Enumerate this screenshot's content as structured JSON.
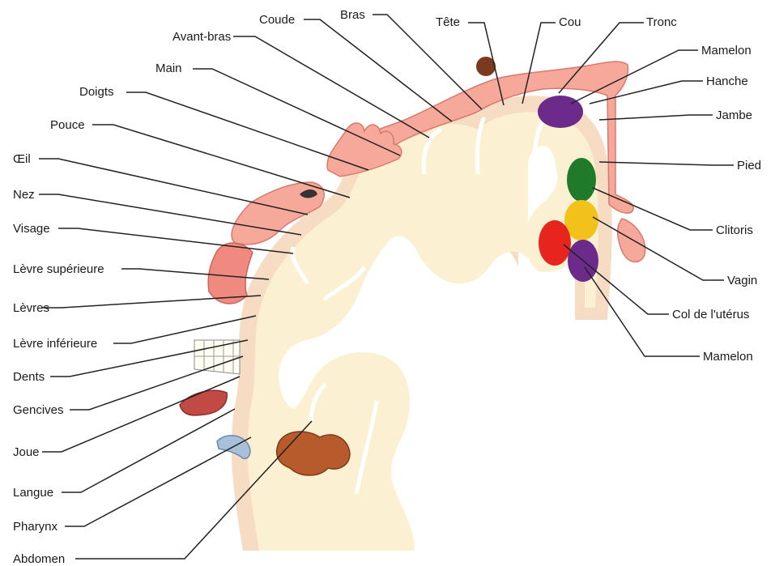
{
  "labels": {
    "coude": "Coude",
    "bras": "Bras",
    "tete": "Tête",
    "cou": "Cou",
    "tronc": "Tronc",
    "avant_bras": "Avant-bras",
    "main": "Main",
    "doigts": "Doigts",
    "pouce": "Pouce",
    "oeil": "Œil",
    "nez": "Nez",
    "visage": "Visage",
    "levre_superieure": "Lèvre supérieure",
    "levres": "Lèvres",
    "levre_inferieure": "Lèvre inférieure",
    "dents": "Dents",
    "gencives": "Gencives",
    "joue": "Joue",
    "langue": "Langue",
    "pharynx": "Pharynx",
    "abdomen": "Abdomen",
    "mamelon_top": "Mamelon",
    "hanche": "Hanche",
    "jambe": "Jambe",
    "pied": "Pied",
    "clitoris": "Clitoris",
    "vagin": "Vagin",
    "col_uterus": "Col de l'utérus",
    "mamelon_bottom": "Mamelon"
  },
  "colors": {
    "cortex": "#fbf1d2",
    "cortex_edge": "#f7dcc4",
    "body_parts": "#f6a89a",
    "body_edge": "#d77a6d",
    "mamelon_spot": "#6c2a8a",
    "pied_spot": "#1f7a2a",
    "vagin_spot": "#f2c21a",
    "col_spot": "#e8241e",
    "intestine": "#b75a2c",
    "tongue": "#c24a45"
  }
}
